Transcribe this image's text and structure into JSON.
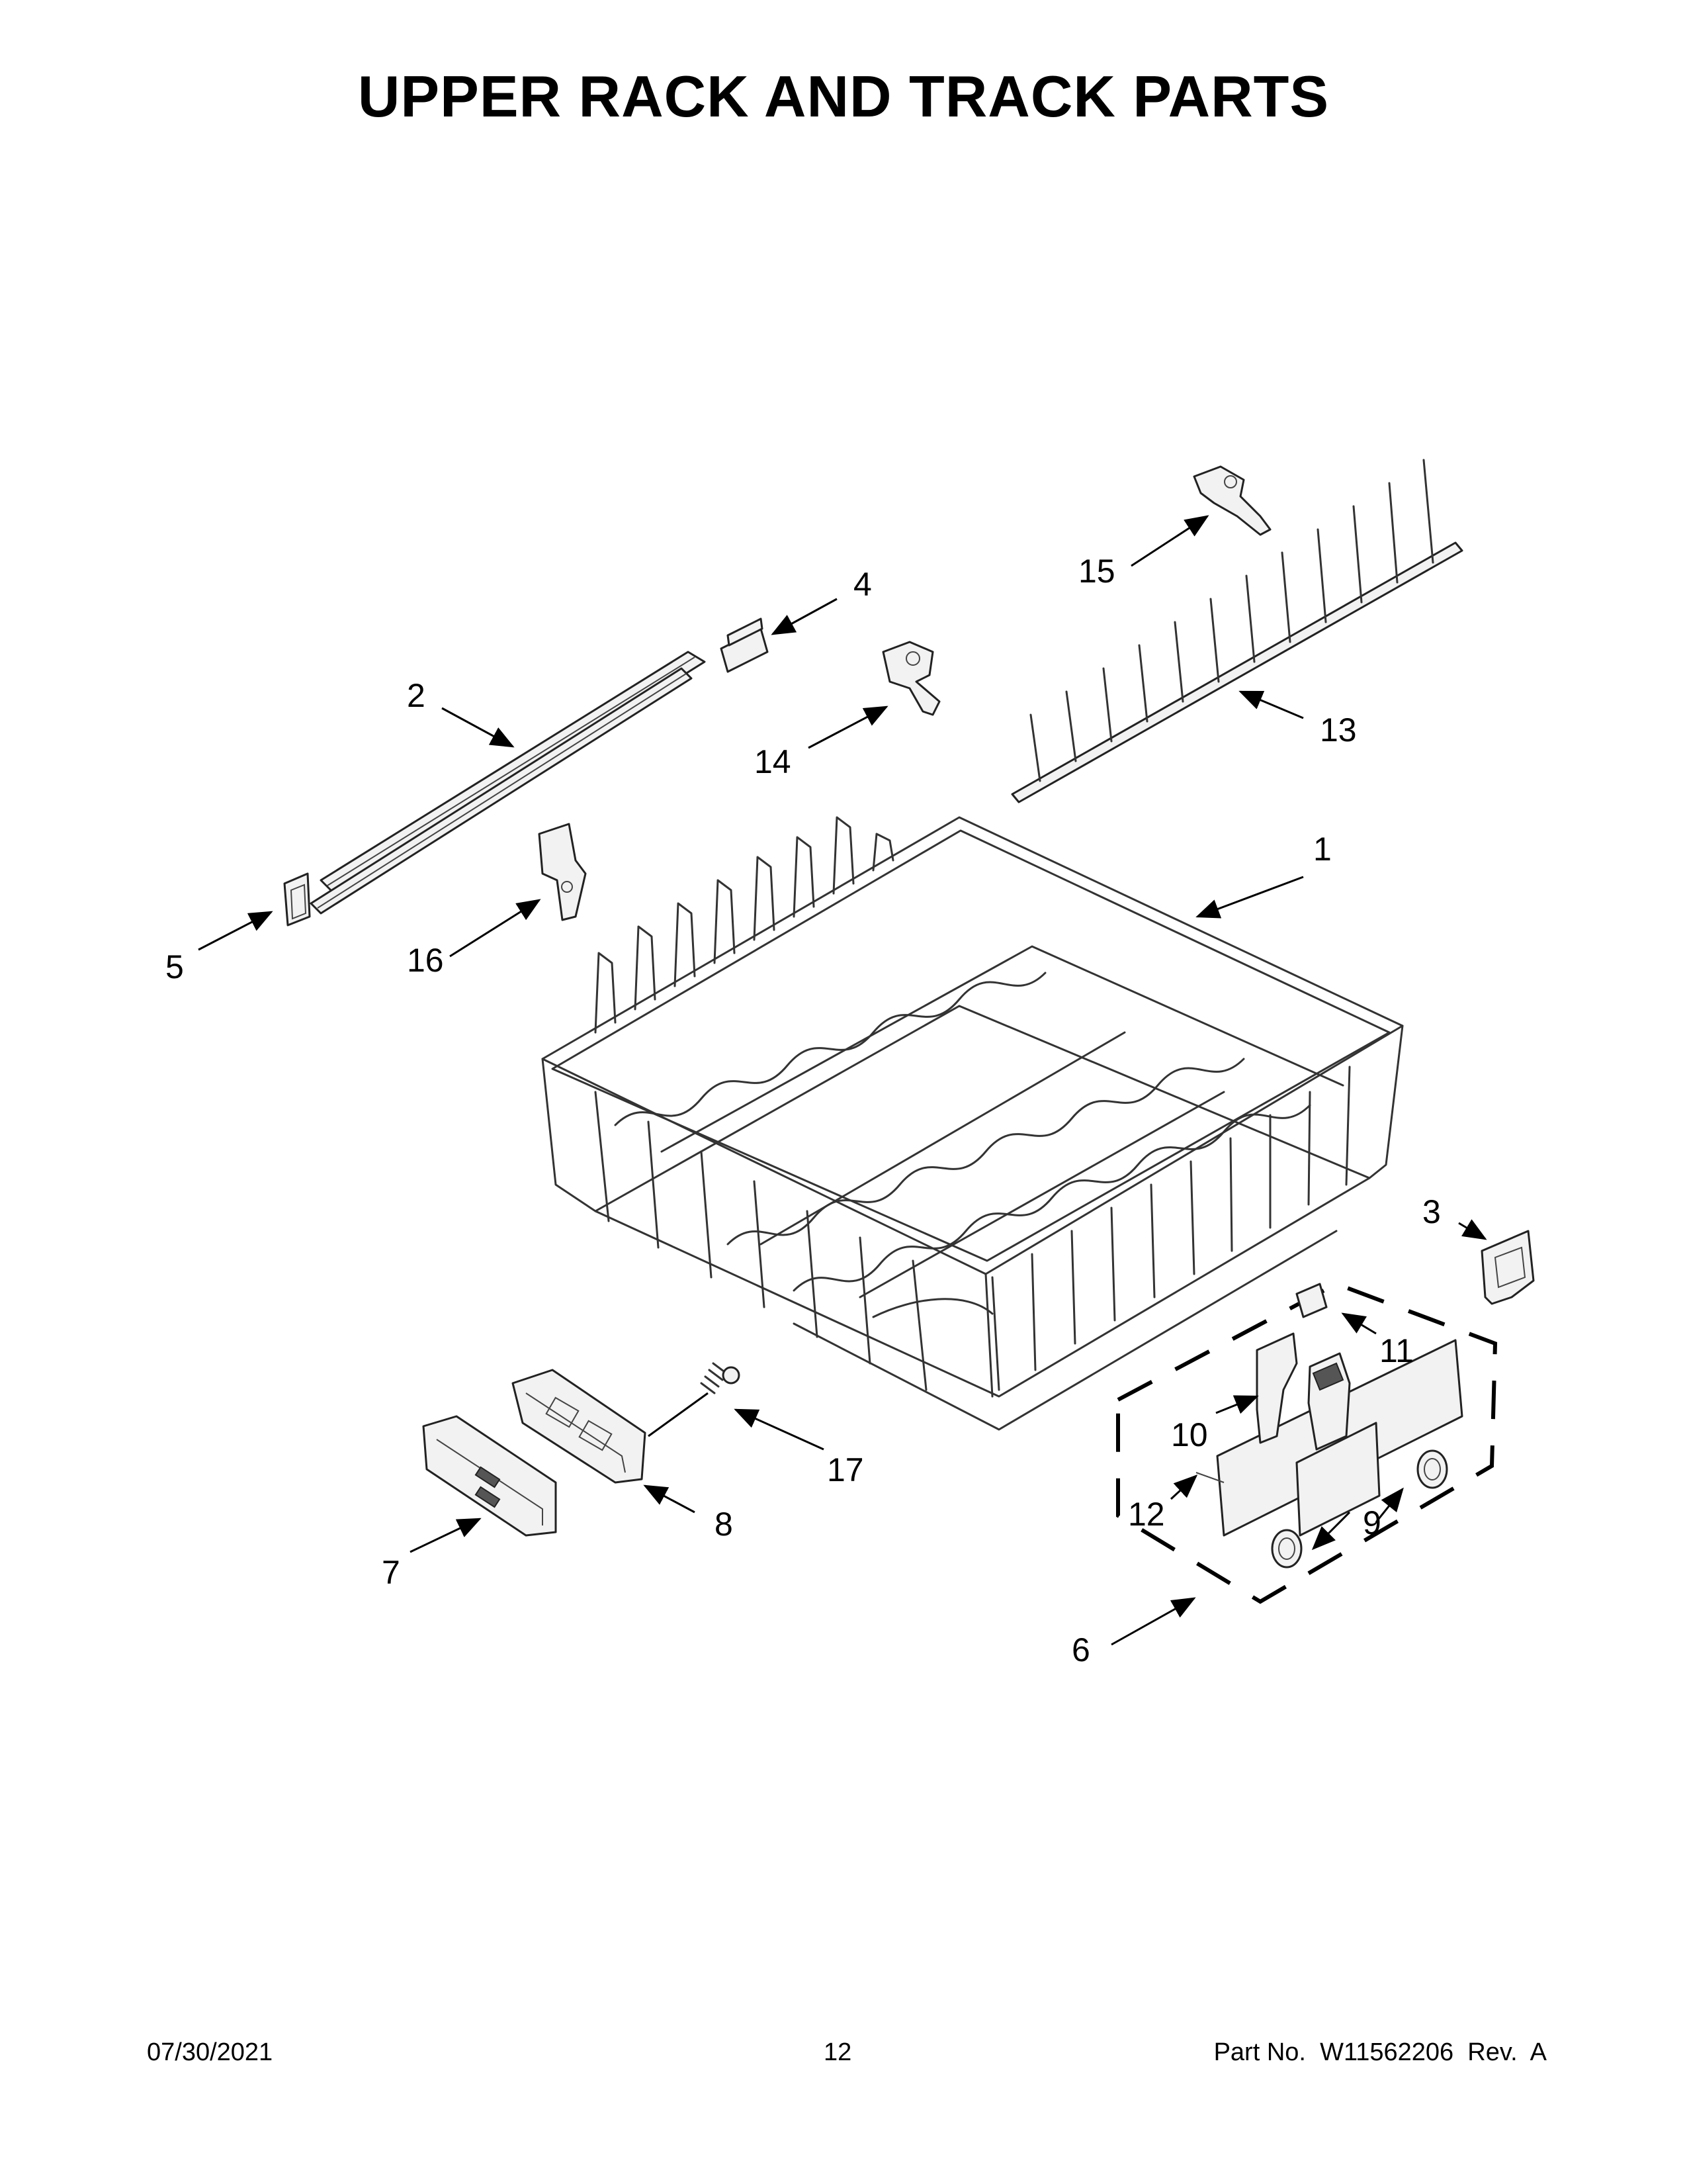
{
  "header": {
    "title": "UPPER RACK AND TRACK PARTS"
  },
  "callouts": [
    {
      "id": "1",
      "label": "1"
    },
    {
      "id": "2",
      "label": "2"
    },
    {
      "id": "3",
      "label": "3"
    },
    {
      "id": "4",
      "label": "4"
    },
    {
      "id": "5",
      "label": "5"
    },
    {
      "id": "6",
      "label": "6"
    },
    {
      "id": "7",
      "label": "7"
    },
    {
      "id": "8",
      "label": "8"
    },
    {
      "id": "9",
      "label": "9"
    },
    {
      "id": "10",
      "label": "10"
    },
    {
      "id": "11",
      "label": "11"
    },
    {
      "id": "12",
      "label": "12"
    },
    {
      "id": "13",
      "label": "13"
    },
    {
      "id": "14",
      "label": "14"
    },
    {
      "id": "15",
      "label": "15"
    },
    {
      "id": "16",
      "label": "16"
    },
    {
      "id": "17",
      "label": "17"
    }
  ],
  "footer": {
    "date": "07/30/2021",
    "page": "12",
    "part_text": "Part No.  W11562206  Rev.  A"
  }
}
